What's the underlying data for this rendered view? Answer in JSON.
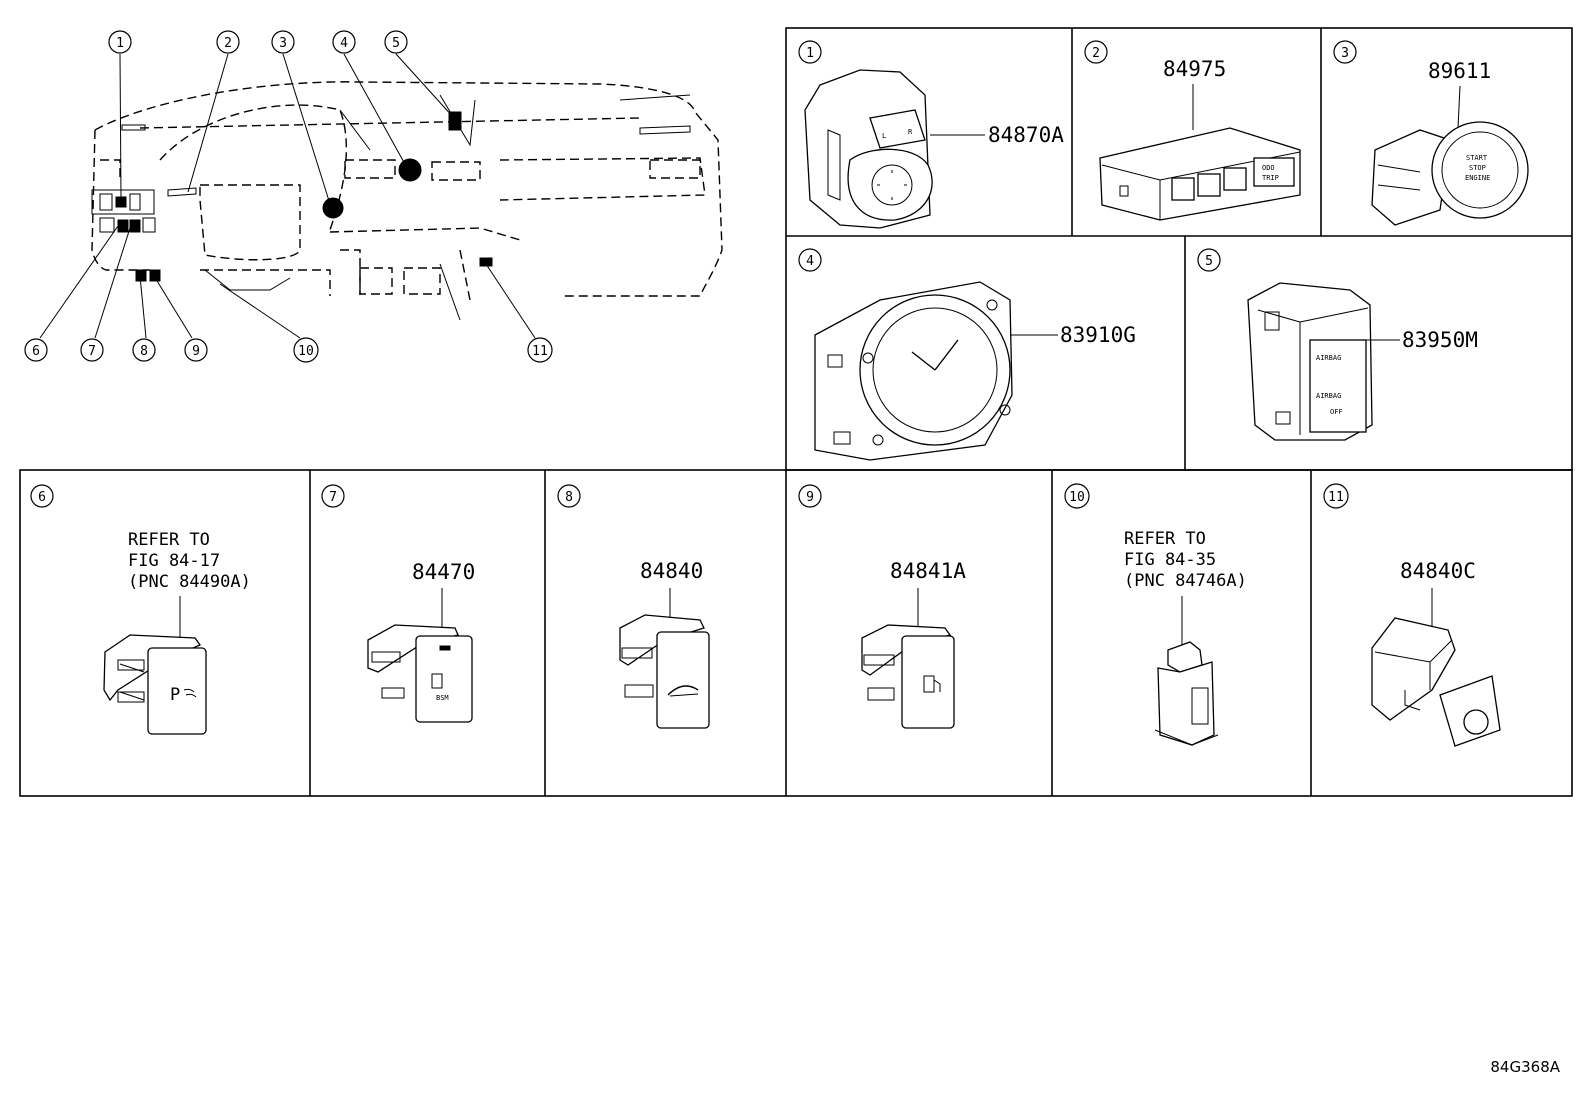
{
  "diagram": {
    "code": "84G368A",
    "overview_callouts": [
      "1",
      "2",
      "3",
      "4",
      "5",
      "6",
      "7",
      "8",
      "9",
      "10",
      "11"
    ],
    "panels": [
      {
        "no": "1",
        "part": "84870A"
      },
      {
        "no": "2",
        "part": "84975"
      },
      {
        "no": "3",
        "part": "89611"
      },
      {
        "no": "4",
        "part": "83910G"
      },
      {
        "no": "5",
        "part": "83950M"
      },
      {
        "no": "6",
        "ref": [
          "REFER TO",
          "FIG 84-17",
          "(PNC 84490A)"
        ]
      },
      {
        "no": "7",
        "part": "84470"
      },
      {
        "no": "8",
        "part": "84840"
      },
      {
        "no": "9",
        "part": "84841A"
      },
      {
        "no": "10",
        "ref": [
          "REFER TO",
          "FIG 84-35",
          "(PNC 84746A)"
        ]
      },
      {
        "no": "11",
        "part": "84840C"
      }
    ],
    "part_labels": {
      "p2_btn1": "ODO",
      "p2_btn2": "TRIP",
      "p3_l1": "START",
      "p3_l2": "STOP",
      "p3_l3": "ENGINE",
      "p5_l1": "AIRBAG",
      "p5_l2": "AIRBAG",
      "p5_l3": "OFF",
      "p7_icon": "BSM"
    }
  }
}
